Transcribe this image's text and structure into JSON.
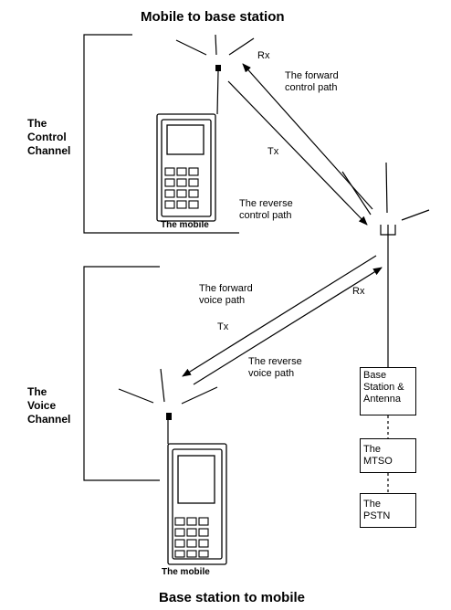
{
  "title_top": "Mobile to base station",
  "title_bottom": "Base station to mobile",
  "control_channel": {
    "line1": "The",
    "line2": "Control",
    "line3": "Channel",
    "rx": "Rx",
    "tx": "Tx",
    "forward_line1": "The forward",
    "forward_line2": "control path",
    "reverse_line1": "The reverse",
    "reverse_line2": "control path",
    "mobile_label": "The mobile"
  },
  "voice_channel": {
    "line1": "The",
    "line2": "Voice",
    "line3": "Channel",
    "rx": "Rx",
    "tx": "Tx",
    "forward_line1": "The forward",
    "forward_line2": "voice path",
    "reverse_line1": "The reverse",
    "reverse_line2": "voice path",
    "mobile_label": "The mobile"
  },
  "network": {
    "base_line1": "Base",
    "base_line2": "Station &",
    "base_line3": "Antenna",
    "mtso_line1": "The",
    "mtso_line2": "MTSO",
    "pstn_line1": "The",
    "pstn_line2": "PSTN"
  }
}
